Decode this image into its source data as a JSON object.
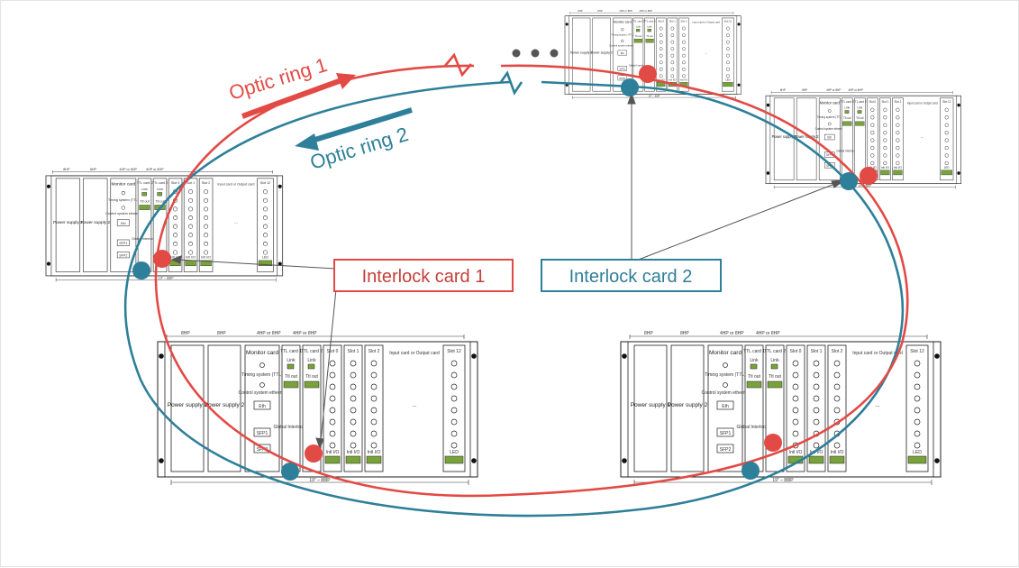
{
  "colors": {
    "ring1": "#e24a45",
    "ring2": "#2e7f99",
    "rack_line": "#222222"
  },
  "labels": {
    "optic_ring_1": "Optic ring 1",
    "optic_ring_2": "Optic ring 2",
    "interlock_card_1": "Interlock card 1",
    "interlock_card_2": "Interlock card 2",
    "ellipsis": "• • •"
  },
  "rack": {
    "power_supply_1": "Power supply 1",
    "power_supply_2": "Power supply 2",
    "monitor_card": "Monitor card",
    "ttl_card_1": "TTL card 1",
    "ttl_card_2": "TTL card 2",
    "slot_0": "Slot 0",
    "slot_1": "Slot 1",
    "slot_2": "Slot 2",
    "slot_12": "Slot 12",
    "io_card": "Input card or Output card",
    "timing_system": "Timing system (TTL)",
    "control_ethernet": "Control system ethernet",
    "eth": "Eth",
    "sfp1": "SFP1",
    "sfp2": "SFP2",
    "link": "Link",
    "ttl_out": "Ttl out",
    "global_interlock": "Global Interlock 1",
    "intl_io": "Intl I/O",
    "led": "LED",
    "dots": "...",
    "width_dim": "19\" – 88IP",
    "hp_8": "8HP",
    "hp_4": "4HP or 8HP"
  }
}
